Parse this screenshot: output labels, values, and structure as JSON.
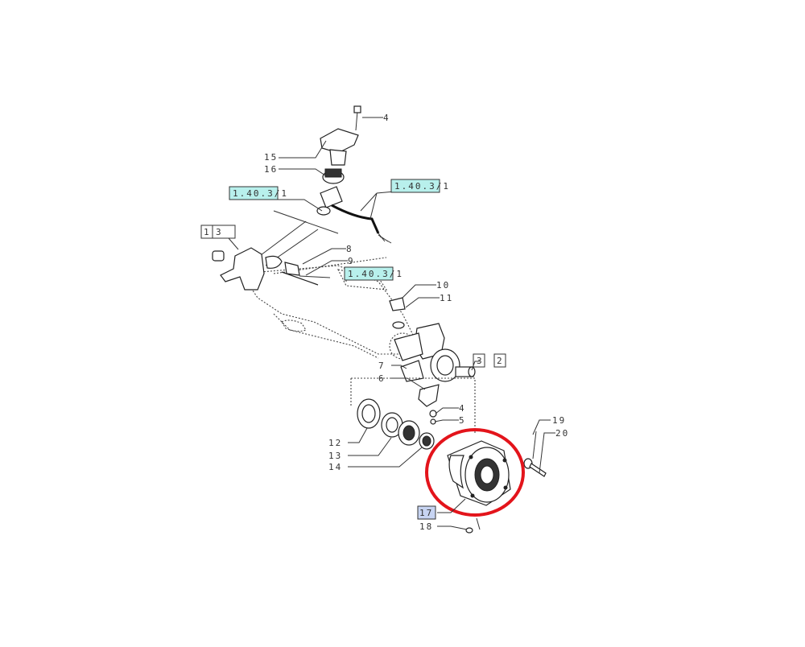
{
  "diagram": {
    "callouts": {
      "c4_top": "4",
      "c15": "15",
      "c16": "16",
      "c1": "1",
      "c3_left": "3",
      "c8": "8",
      "c9": "9",
      "c10": "10",
      "c11": "11",
      "c3_right": "3",
      "c2": "2",
      "c7": "7",
      "c6": "6",
      "c4_low": "4",
      "c5": "5",
      "c12": "12",
      "c13": "13",
      "c14": "14",
      "c19": "19",
      "c20": "20",
      "c17": "17",
      "c18": "18"
    },
    "references": {
      "ref_left": "1.40.3/1",
      "ref_right": "1.40.3/1",
      "ref_mid": "1.40.3/1"
    },
    "colors": {
      "reference_fill": "#b8f0ec",
      "highlight_fill": "#c7d4f2",
      "marker_stroke": "#e3141b"
    }
  }
}
